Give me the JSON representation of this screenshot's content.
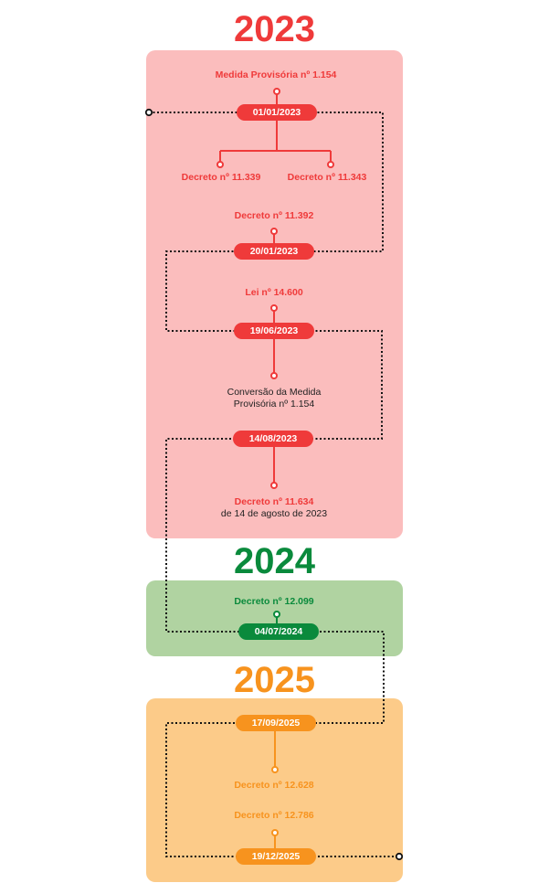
{
  "colors": {
    "red": "#ef3a3a",
    "red_panel": "#fbbdbd",
    "green": "#0a8a3c",
    "green_panel": "#b0d3a1",
    "orange": "#f7931e",
    "orange_panel": "#fccb89",
    "path": "#111111"
  },
  "years": {
    "y2023": "2023",
    "y2024": "2024",
    "y2025": "2025"
  },
  "dates": {
    "d1": "01/01/2023",
    "d2": "20/01/2023",
    "d3": "19/06/2023",
    "d4": "14/08/2023",
    "d5": "04/07/2024",
    "d6": "17/09/2025",
    "d7": "19/12/2025"
  },
  "labels": {
    "mp": "Medida Provisória nº 1.154",
    "dec_11339": "Decreto nº 11.339",
    "dec_11343": "Decreto nº 11.343",
    "dec_11392": "Decreto nº 11.392",
    "lei_14600": "Lei nº 14.600",
    "conversao_l1": "Conversão da Medida",
    "conversao_l2": "Provisória nº 1.154",
    "dec_11634": "Decreto nº 11.634",
    "dec_11634_sub": "de 14 de agosto de 2023",
    "dec_12099": "Decreto nº 12.099",
    "dec_12628": "Decreto nº 12.628",
    "dec_12786": "Decreto nº 12.786"
  }
}
